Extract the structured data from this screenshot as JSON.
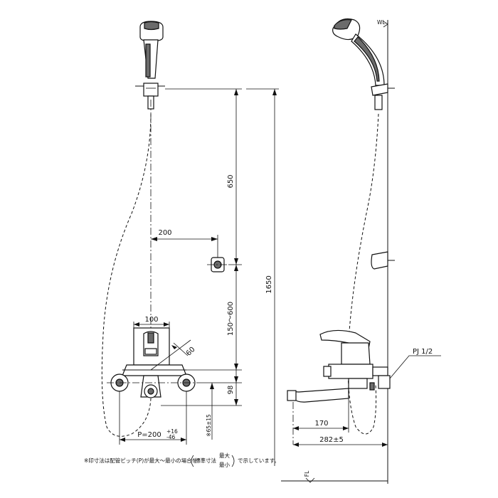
{
  "dimensions": {
    "hose_hanger_height": "650",
    "hanger_offset": "200",
    "handle_height_range": "150～600",
    "total_height": "1650",
    "body_width": "100",
    "handle_angle": "60",
    "spout_height": "98",
    "pitch": "P=200",
    "pitch_tolerance_plus": "+16",
    "pitch_tolerance_minus": "-46",
    "eccentric_range": "※65±15",
    "spout_reach": "170",
    "total_depth": "282±5"
  },
  "labels": {
    "wall_line": "WL",
    "floor_line": "FL",
    "connection": "PJ 1/2"
  },
  "note": {
    "text_before": "※印寸法は配管ピッチ(P)が最大～最小の場合を",
    "paren_main": "標準寸法",
    "max_label": "最大",
    "min_label": "最小",
    "text_after": "で示しています。"
  }
}
